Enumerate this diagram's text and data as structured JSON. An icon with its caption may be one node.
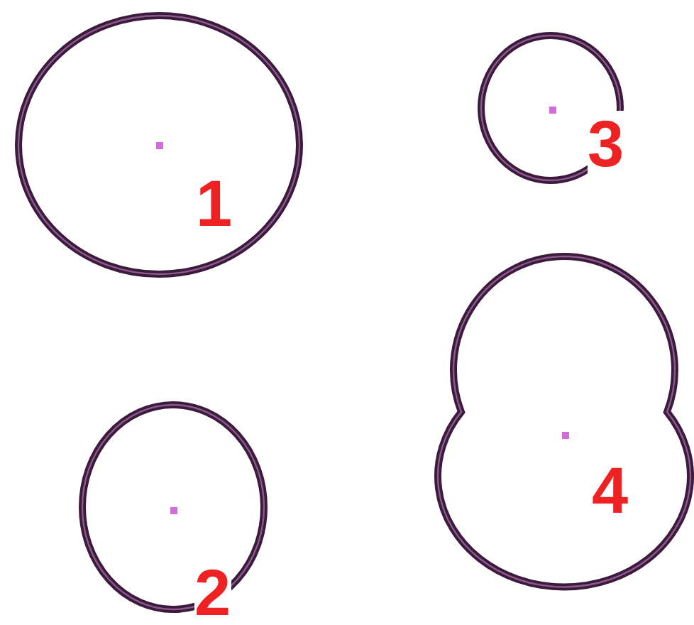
{
  "diagram": {
    "nodes": [
      {
        "text": [
          "1"
        ]
      },
      {
        "text": [
          "3"
        ]
      },
      {
        "text": [
          "2"
        ]
      },
      {
        "text": [
          "4"
        ]
      }
    ]
  }
}
